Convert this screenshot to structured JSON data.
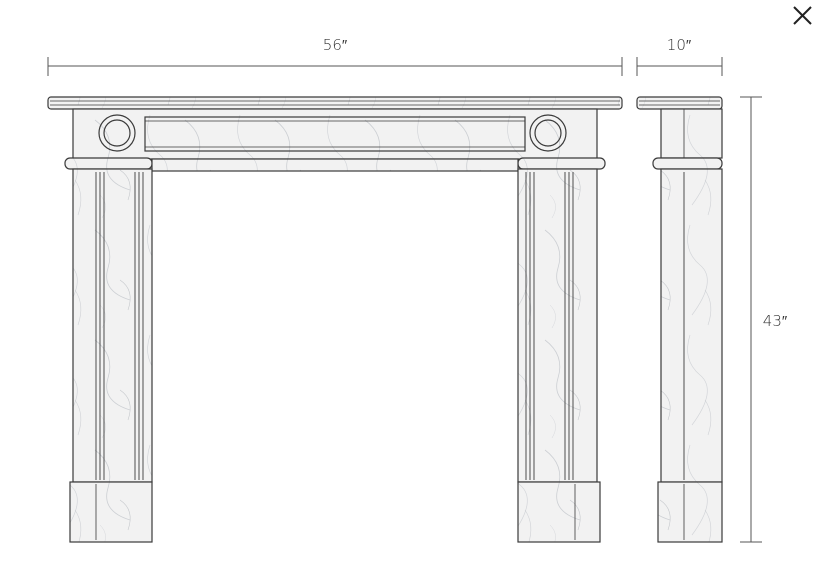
{
  "dimensions": {
    "width_label": "56″",
    "depth_label": "10″",
    "height_label": "43″"
  },
  "icons": {
    "close": "close-icon"
  },
  "colors": {
    "marble": "#f1f1f1",
    "outline": "#3a3a3a",
    "vein": "#c9ccd0",
    "dimension_line": "#555555"
  }
}
